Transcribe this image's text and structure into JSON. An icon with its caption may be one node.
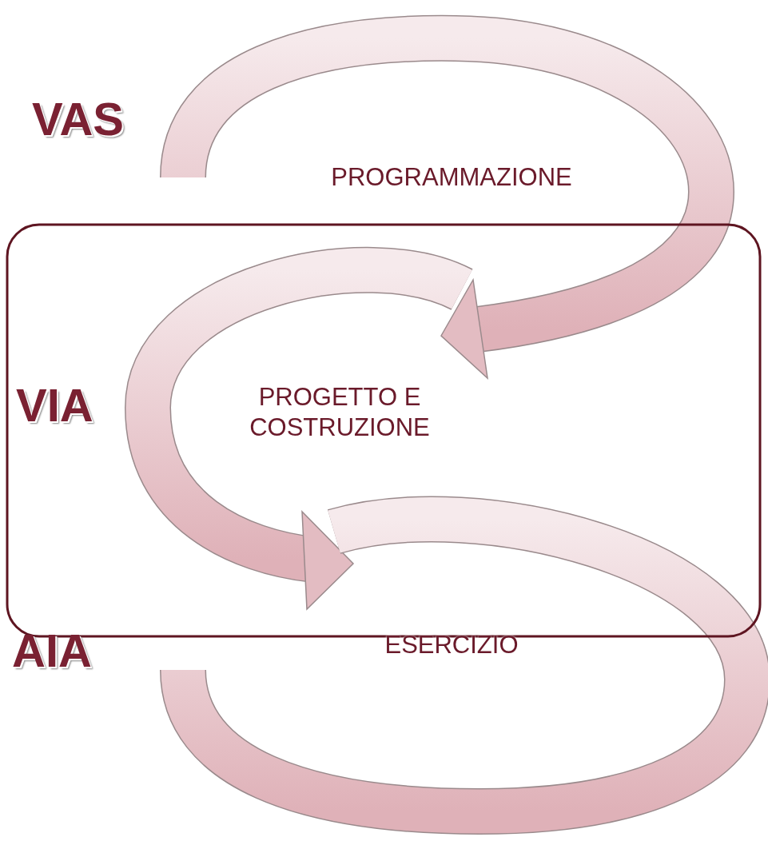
{
  "diagram": {
    "labels": [
      "VAS",
      "PROGRAMMAZIONE",
      "VIA",
      "PROGETTO E COSTRUZIONE",
      "AIA",
      "ESERCIZIO"
    ]
  }
}
